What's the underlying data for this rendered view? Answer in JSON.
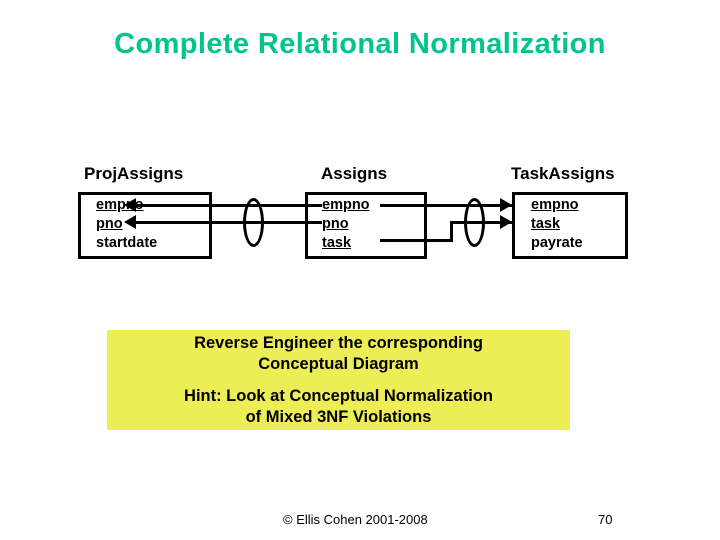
{
  "slide": {
    "title": "Complete Relational Normalization",
    "title_color": "#00c58a"
  },
  "diagram": {
    "relations": [
      {
        "name": "ProjAssigns",
        "attributes": [
          {
            "label": "empno",
            "primary_key": true
          },
          {
            "label": "pno",
            "primary_key": true
          },
          {
            "label": "startdate",
            "primary_key": false
          }
        ]
      },
      {
        "name": "Assigns",
        "attributes": [
          {
            "label": "empno",
            "primary_key": true
          },
          {
            "label": "pno",
            "primary_key": true
          },
          {
            "label": "task",
            "primary_key": true
          }
        ]
      },
      {
        "name": "TaskAssigns",
        "attributes": [
          {
            "label": "empno",
            "primary_key": true
          },
          {
            "label": "task",
            "primary_key": true
          },
          {
            "label": "payrate",
            "primary_key": false
          }
        ]
      }
    ],
    "connector_markers": [
      {
        "name": "projection-oval-left"
      },
      {
        "name": "projection-oval-right"
      }
    ]
  },
  "callout": {
    "background_color": "#eded56",
    "block_1_line_1": "Reverse Engineer the corresponding",
    "block_1_line_2": "Conceptual Diagram",
    "block_2_line_1": "Hint: Look at Conceptual Normalization",
    "block_2_line_2": "of Mixed 3NF Violations"
  },
  "footer": {
    "copyright": "© Ellis Cohen 2001-2008",
    "page_number": "70"
  }
}
